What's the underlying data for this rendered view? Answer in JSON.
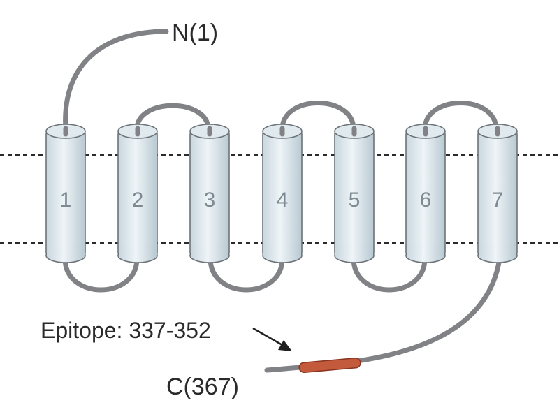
{
  "diagram": {
    "helices": [
      {
        "label": "1"
      },
      {
        "label": "2"
      },
      {
        "label": "3"
      },
      {
        "label": "4"
      },
      {
        "label": "5"
      },
      {
        "label": "6"
      },
      {
        "label": "7"
      }
    ],
    "n_terminus": "N(1)",
    "c_terminus": "C(367)",
    "epitope_label": "Epitope: 337-352",
    "colors": {
      "helix_fill": "#dbe6ec",
      "helix_outline": "#6c7378",
      "loop": "#808285",
      "epitope": "#c45a3c",
      "membrane_line": "#2b2b2b",
      "text": "#2a2a2a"
    }
  }
}
